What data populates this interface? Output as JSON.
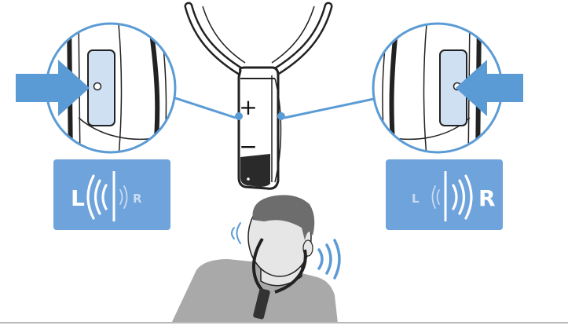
{
  "device": {
    "plus_label": "+",
    "minus_label": "−"
  },
  "balance_left": {
    "strong_label": "L",
    "weak_label": "R"
  },
  "balance_right": {
    "weak_label": "L",
    "strong_label": "R"
  },
  "colors": {
    "accent_blue": "#5b9bd5",
    "panel_blue": "#6fa3db",
    "button_blue": "#cfe0f3",
    "dark_outline": "#222222",
    "shoulders_grey": "#a9a9a9",
    "head_grey": "#e6e6e6",
    "hair_grey": "#6d6d6d"
  }
}
